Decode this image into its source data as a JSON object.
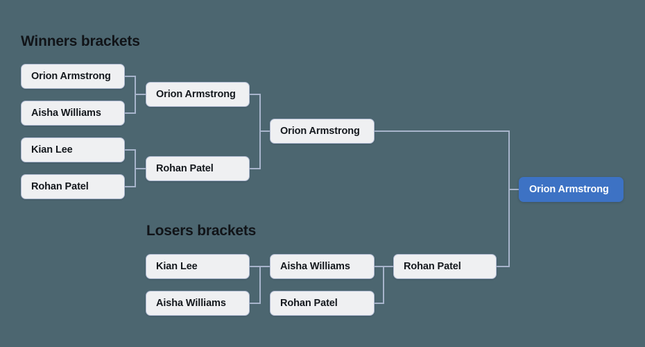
{
  "theme": {
    "background": "#4c6670",
    "node_fill": "#eff0f2",
    "node_border": "#aeb9d0",
    "node_text": "#14181d",
    "connector": "#a7b4cb",
    "champion_fill": "#3d72c4",
    "champion_text": "#ffffff",
    "title_text": "#111418"
  },
  "winners": {
    "title": "Winners brackets",
    "round1": [
      {
        "name": "Orion Armstrong"
      },
      {
        "name": "Aisha Williams"
      },
      {
        "name": "Kian Lee"
      },
      {
        "name": "Rohan Patel"
      }
    ],
    "round2": [
      {
        "name": "Orion Armstrong"
      },
      {
        "name": "Rohan Patel"
      }
    ],
    "round3": [
      {
        "name": "Orion Armstrong"
      }
    ]
  },
  "losers": {
    "title": "Losers brackets",
    "round1": [
      {
        "name": "Kian Lee"
      },
      {
        "name": "Aisha Williams"
      }
    ],
    "round2": [
      {
        "name": "Aisha Williams"
      },
      {
        "name": "Rohan Patel"
      }
    ],
    "round3": [
      {
        "name": "Rohan Patel"
      }
    ]
  },
  "grand_final": {
    "champion": "Orion Armstrong"
  }
}
